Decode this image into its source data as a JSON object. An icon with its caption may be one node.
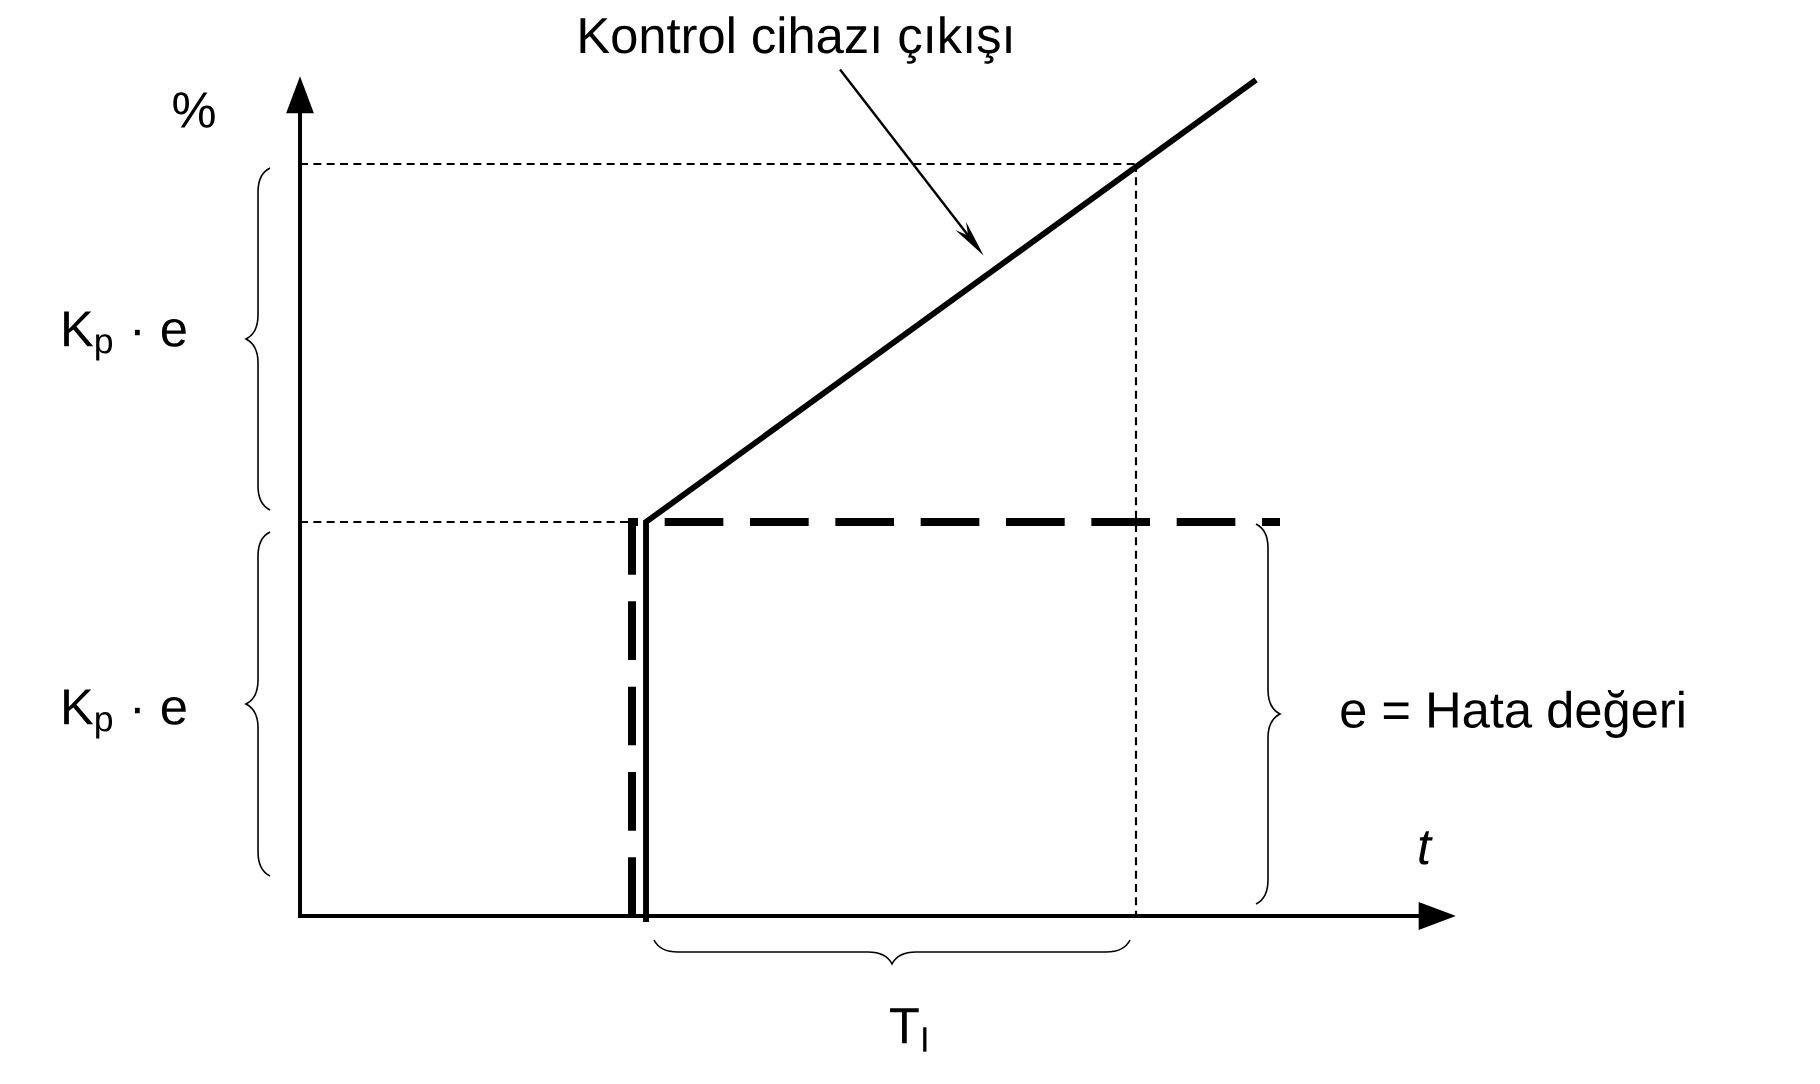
{
  "diagram": {
    "nodes": [
      {
        "text": [
          "Kontrol cihazı çıkışı"
        ]
      },
      {
        "text": [],
        "shape": "line"
      }
    ],
    "edges": [
      {
        "from": 0,
        "to": 1,
        "arrow": "to"
      }
    ],
    "labels": [
      "%",
      "K$_{p}$ · e",
      "K$_{p}$ · e",
      "e = Hata değeri",
      "t",
      "T$_{I}$"
    ]
  }
}
